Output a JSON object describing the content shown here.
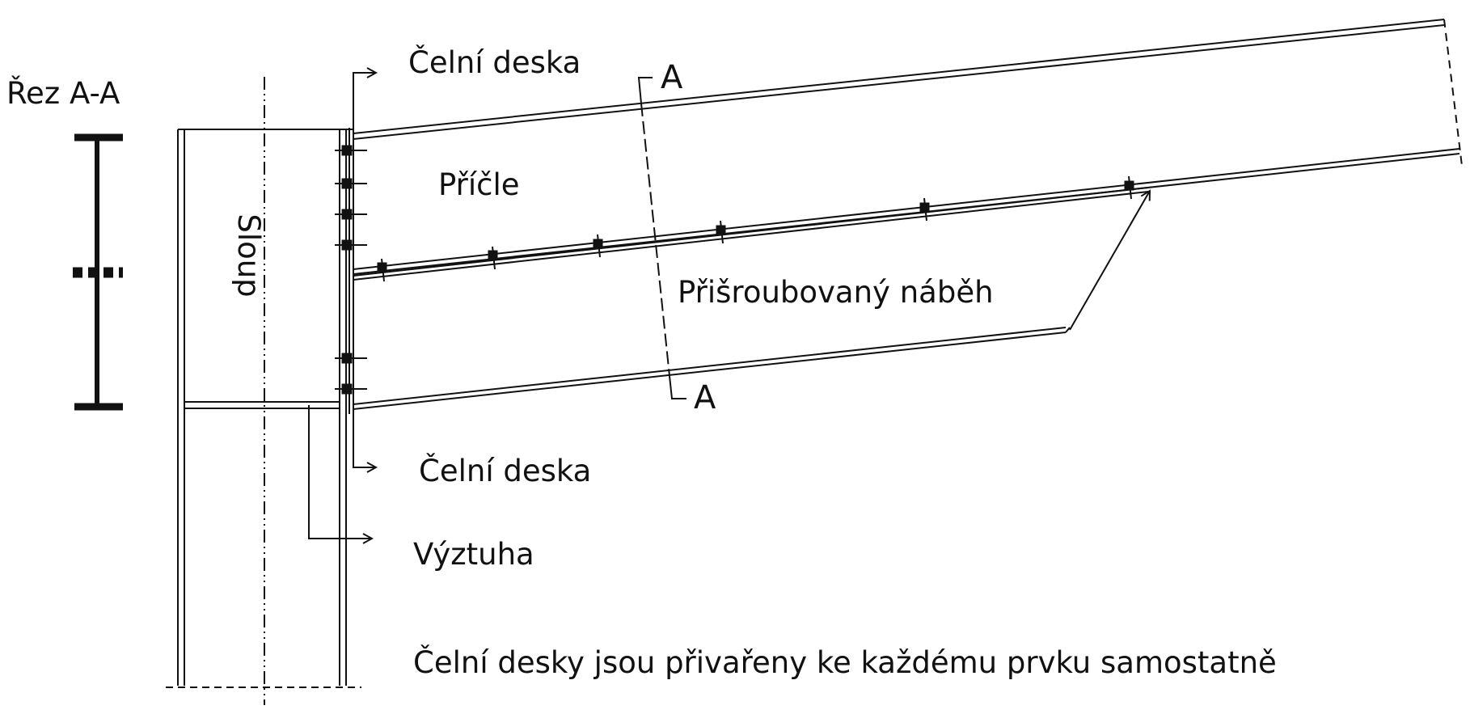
{
  "labels": {
    "section_title": "Řez A-A",
    "end_plate_top": "Čelní deska",
    "section_mark_top": "A",
    "rafter": "Příčle",
    "column": "Sloup",
    "bolted_haunch": "Přišroubovaný náběh",
    "section_mark_bottom": "A",
    "end_plate_bottom": "Čelní deska",
    "stiffener": "Výztuha",
    "note": "Čelní desky jsou přivařeny ke každému prvku samostatně"
  },
  "colors": {
    "line": "#111111",
    "background": "#ffffff"
  }
}
